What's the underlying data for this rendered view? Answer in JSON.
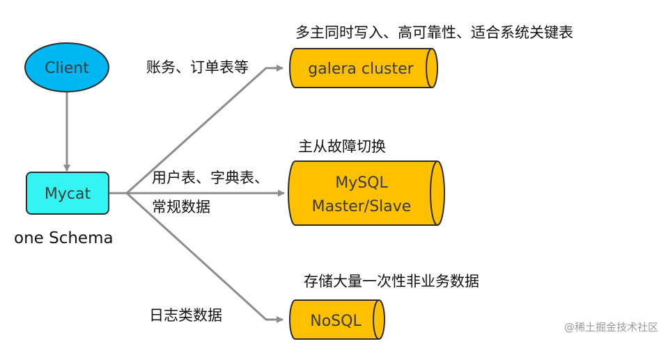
{
  "nodes": {
    "client": "Client",
    "mycat": "Mycat",
    "schema": "one Schema",
    "galera": "galera cluster",
    "mysql_line1": "MySQL",
    "mysql_line2": "Master/Slave",
    "nosql": "NoSQL"
  },
  "edge_labels": {
    "galera": "账务、订单表等",
    "mysql_line1": "用户表、字典表、",
    "mysql_line2": "常规数据",
    "nosql": "日志类数据"
  },
  "annotations": {
    "galera": "多主同时写入、高可靠性、适合系统关键表",
    "mysql": "主从故障切换",
    "nosql": "存储大量一次性非业务数据"
  },
  "watermark": "@稀土掘金技术社区",
  "colors": {
    "client_fill": "#00b7f1",
    "mycat_fill": "#33f3f3",
    "database_fill": "#ffc000",
    "stroke": "#2a2a2a",
    "connector": "#8c8c8c"
  }
}
